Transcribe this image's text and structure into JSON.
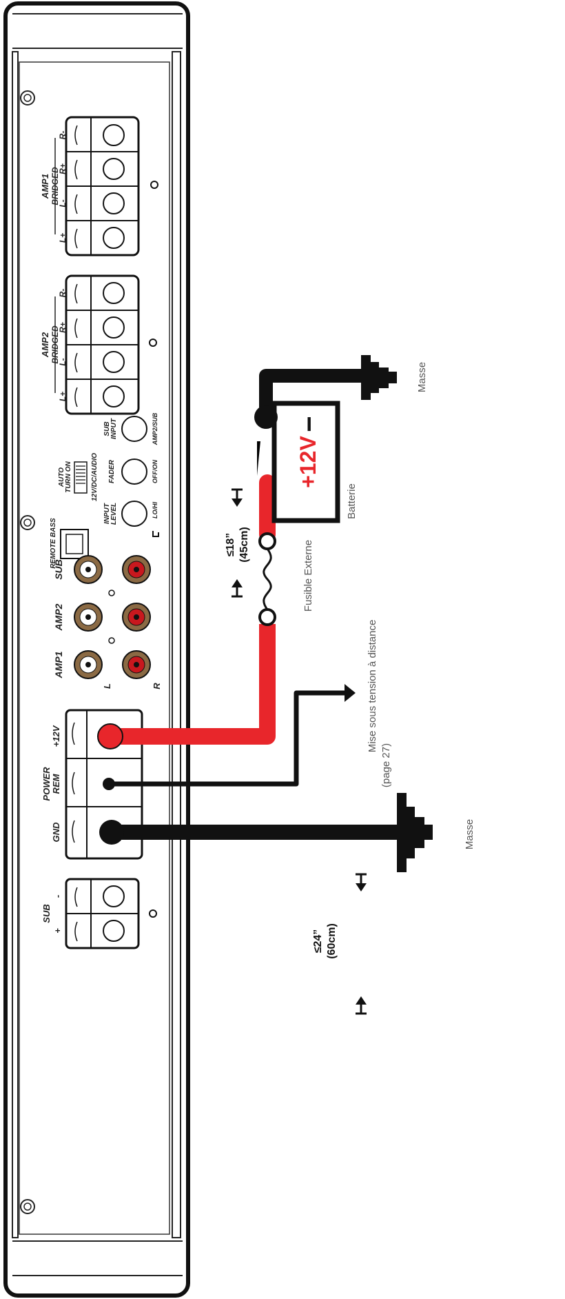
{
  "amp": {
    "amp1_group": {
      "title": "AMP1",
      "bridged": "BRIDGED",
      "terms": [
        "L+",
        "L-",
        "R+",
        "R-"
      ]
    },
    "amp2_group": {
      "title": "AMP2",
      "bridged": "BRIDGED",
      "terms": [
        "L+",
        "L-",
        "R+",
        "R-"
      ]
    },
    "sub_output": {
      "title": "SUB",
      "plus": "+",
      "minus": "-"
    },
    "power": {
      "title": "POWER",
      "gnd": "GND",
      "rem": "REM",
      "plus12": "+12V"
    },
    "rca": {
      "amp1": "AMP1",
      "amp2": "AMP2",
      "sub": "SUB",
      "left": "L",
      "right": "R"
    },
    "controls": {
      "remote_bass": "REMOTE BASS",
      "auto_turn_on_1": "AUTO",
      "auto_turn_on_2": "TURN ON",
      "auto_mode": "12V/DC/AUDIO",
      "input_level_1": "INPUT",
      "input_level_2": "LEVEL",
      "fader": "FADER",
      "sub_input_1": "SUB",
      "sub_input_2": "INPUT",
      "lo_hi": "LO/HI",
      "off_on": "OFF/ON",
      "amp2_sub": "AMP2/SUB"
    }
  },
  "wiring": {
    "battery_plus": "+12V",
    "battery_minus": "−",
    "battery_label": "Batterie",
    "fuse_label": "Fusible Externe",
    "masse_top": "Masse",
    "masse_bottom": "Masse",
    "remote_line1": "Mise sous tension à distance",
    "remote_line2": "(page 27)",
    "dim_fuse_1": "≤18”",
    "dim_fuse_2": "(45cm)",
    "dim_ground_1": "≤24”",
    "dim_ground_2": "(60cm)"
  },
  "colors": {
    "positive_wire": "#e8262b",
    "negative_wire": "#111111",
    "rca_gold": "#8b6a44",
    "rca_red": "#c8181e"
  }
}
